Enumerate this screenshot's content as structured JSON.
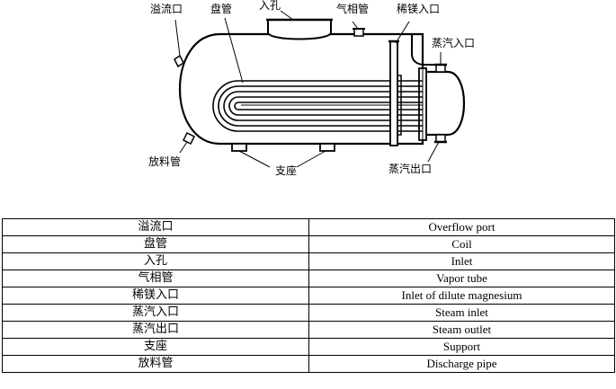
{
  "diagram": {
    "labels": {
      "overflow": "溢流口",
      "coil": "盘管",
      "inlet": "入孔",
      "vapor_tube": "气相管",
      "mg_inlet": "稀镁入口",
      "steam_in": "蒸汽入口",
      "steam_out": "蒸汽出口",
      "support": "支座",
      "discharge": "放料管"
    }
  },
  "table": {
    "rows": [
      {
        "zh": "溢流口",
        "en": "Overflow port"
      },
      {
        "zh": "盘管",
        "en": "Coil"
      },
      {
        "zh": "入孔",
        "en": "Inlet"
      },
      {
        "zh": "气相管",
        "en": "Vapor tube"
      },
      {
        "zh": "稀镁入口",
        "en": "Inlet of dilute magnesium"
      },
      {
        "zh": "蒸汽入口",
        "en": "Steam inlet"
      },
      {
        "zh": "蒸汽出口",
        "en": "Steam outlet"
      },
      {
        "zh": "支座",
        "en": "Support"
      },
      {
        "zh": "放料管",
        "en": "Discharge pipe"
      }
    ]
  }
}
